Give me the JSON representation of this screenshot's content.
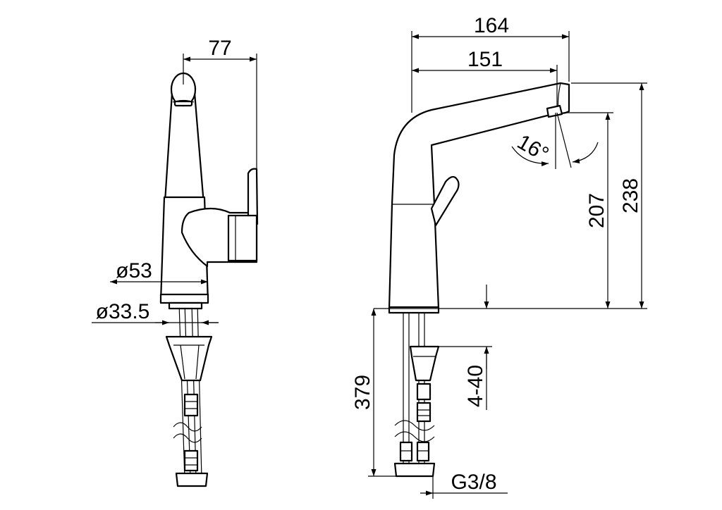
{
  "dimensions": {
    "handle_offset": "77",
    "base_diameter": "ø53",
    "shank_diameter": "ø33.5",
    "total_reach": "164",
    "spout_reach": "151",
    "spout_angle": "16°",
    "spout_height": "207",
    "total_height": "238",
    "hose_length": "379",
    "counter_thickness": "4-40",
    "connection_thread": "G3/8"
  },
  "colors": {
    "line": "#000000",
    "background": "#ffffff"
  }
}
